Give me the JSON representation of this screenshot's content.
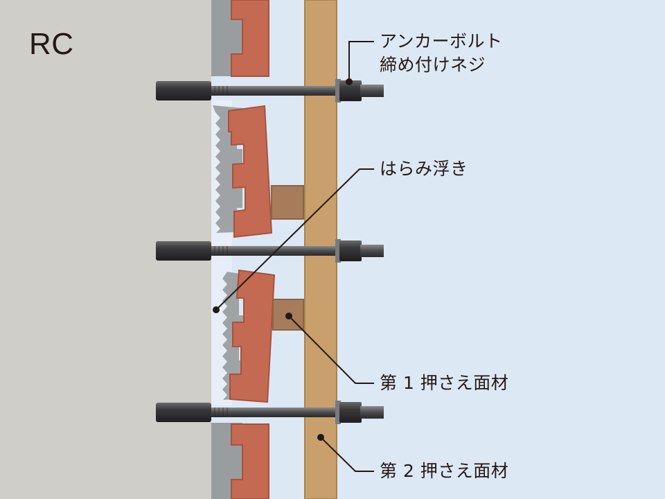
{
  "rc_label": "RC",
  "callouts": {
    "anchor_bolt": {
      "line1": "アンカーボルト",
      "line2": "締め付けネジ"
    },
    "bulge": "はらみ浮き",
    "first_board": "第 1 押さえ面材",
    "second_board": "第 2 押さえ面材"
  },
  "colors": {
    "concrete": "#cfcec8",
    "background": "#dde8f5",
    "mortar": "#9a9da0",
    "tile": "#c46a52",
    "spacer": "#a67c5b",
    "board": "#c9a06c",
    "bolt": "#3c3c3e"
  }
}
